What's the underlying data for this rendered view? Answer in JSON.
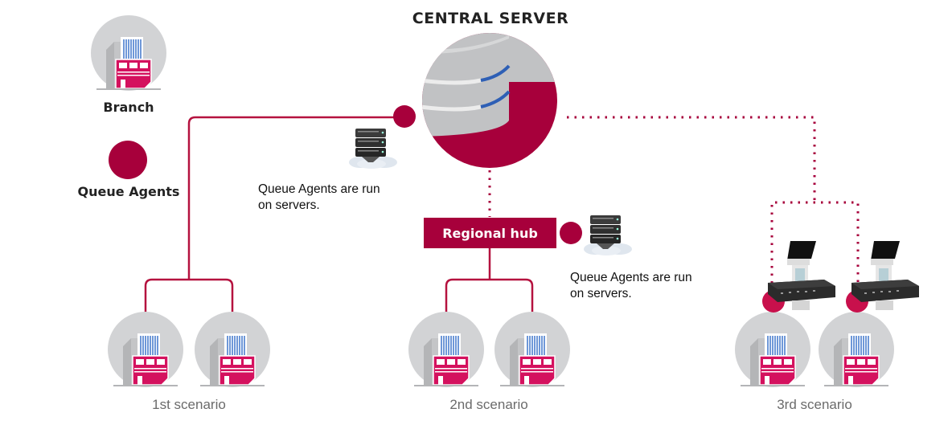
{
  "title": "CENTRAL SERVER",
  "legend": {
    "branch_label": "Branch",
    "agent_label": "Queue Agents"
  },
  "notes": {
    "server_note_1": [
      "Queue Agents are run",
      "on servers."
    ],
    "server_note_2": [
      "Queue Agents are run",
      "on servers."
    ]
  },
  "regional_hub": "Regional hub",
  "scenarios": [
    {
      "label": "1st scenario",
      "connection": "direct"
    },
    {
      "label": "2nd scenario",
      "connection": "via regional hub"
    },
    {
      "label": "3rd scenario",
      "connection": "dotted / kiosk agents"
    }
  ],
  "colors": {
    "brand": "#a7003b",
    "branch_circle": "#d2d3d5",
    "building_pink": "#d4115e",
    "window_blue": "#6f98d8",
    "server_stripe": "#2e5fb5",
    "scenario_text": "#6b6b6b"
  }
}
